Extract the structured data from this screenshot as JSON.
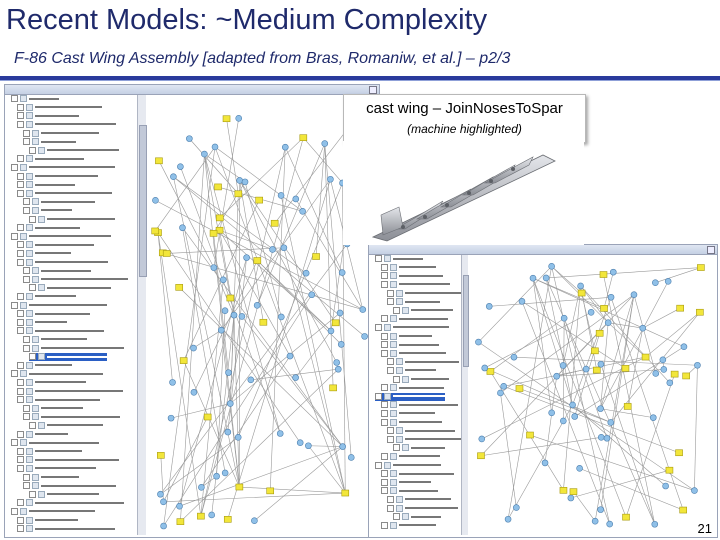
{
  "slide": {
    "title": "Recent Models: ~Medium Complexity",
    "subtitle": "F-86 Cast Wing Assembly [adapted from Bras, Romaniw, et al.] – p2/3",
    "page_number": "21"
  },
  "callout": {
    "title": "cast wing – JoinNosesToSpar",
    "subtitle": "(machine highlighted)"
  },
  "colors": {
    "title_text": "#1f2a6b",
    "title_rule": "#2a3a9c",
    "node_blue": "#8fc0e8",
    "node_yellow": "#f2e63a",
    "edge_gray": "#9a9a9a",
    "tree_selection": "#2b5fc4"
  },
  "icons": [
    "tree-expander-icon",
    "tree-node-icon",
    "window-close-icon",
    "model-node-icon",
    "machine-node-icon"
  ]
}
